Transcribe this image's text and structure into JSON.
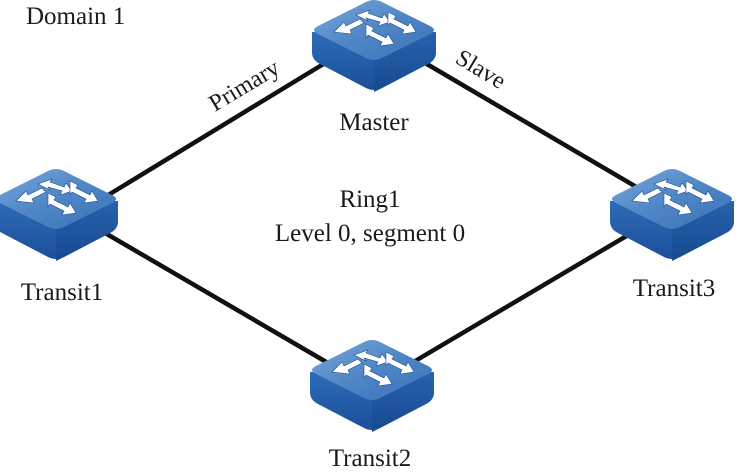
{
  "domain_label": "Domain 1",
  "ring": {
    "name": "Ring1",
    "detail": "Level 0, segment 0"
  },
  "nodes": [
    {
      "id": "master",
      "label": "Master"
    },
    {
      "id": "transit1",
      "label": "Transit1"
    },
    {
      "id": "transit2",
      "label": "Transit2"
    },
    {
      "id": "transit3",
      "label": "Transit3"
    }
  ],
  "links": [
    {
      "from": "master",
      "to": "transit1",
      "label": "Primary"
    },
    {
      "from": "master",
      "to": "transit3",
      "label": "Slave"
    },
    {
      "from": "transit1",
      "to": "transit2",
      "label": ""
    },
    {
      "from": "transit3",
      "to": "transit2",
      "label": ""
    }
  ],
  "colors": {
    "switch_top": "#4f86c6",
    "switch_side": "#1f5ba8",
    "switch_front": "#2a68b5",
    "link": "#111111",
    "arrow": "#ffffff"
  }
}
